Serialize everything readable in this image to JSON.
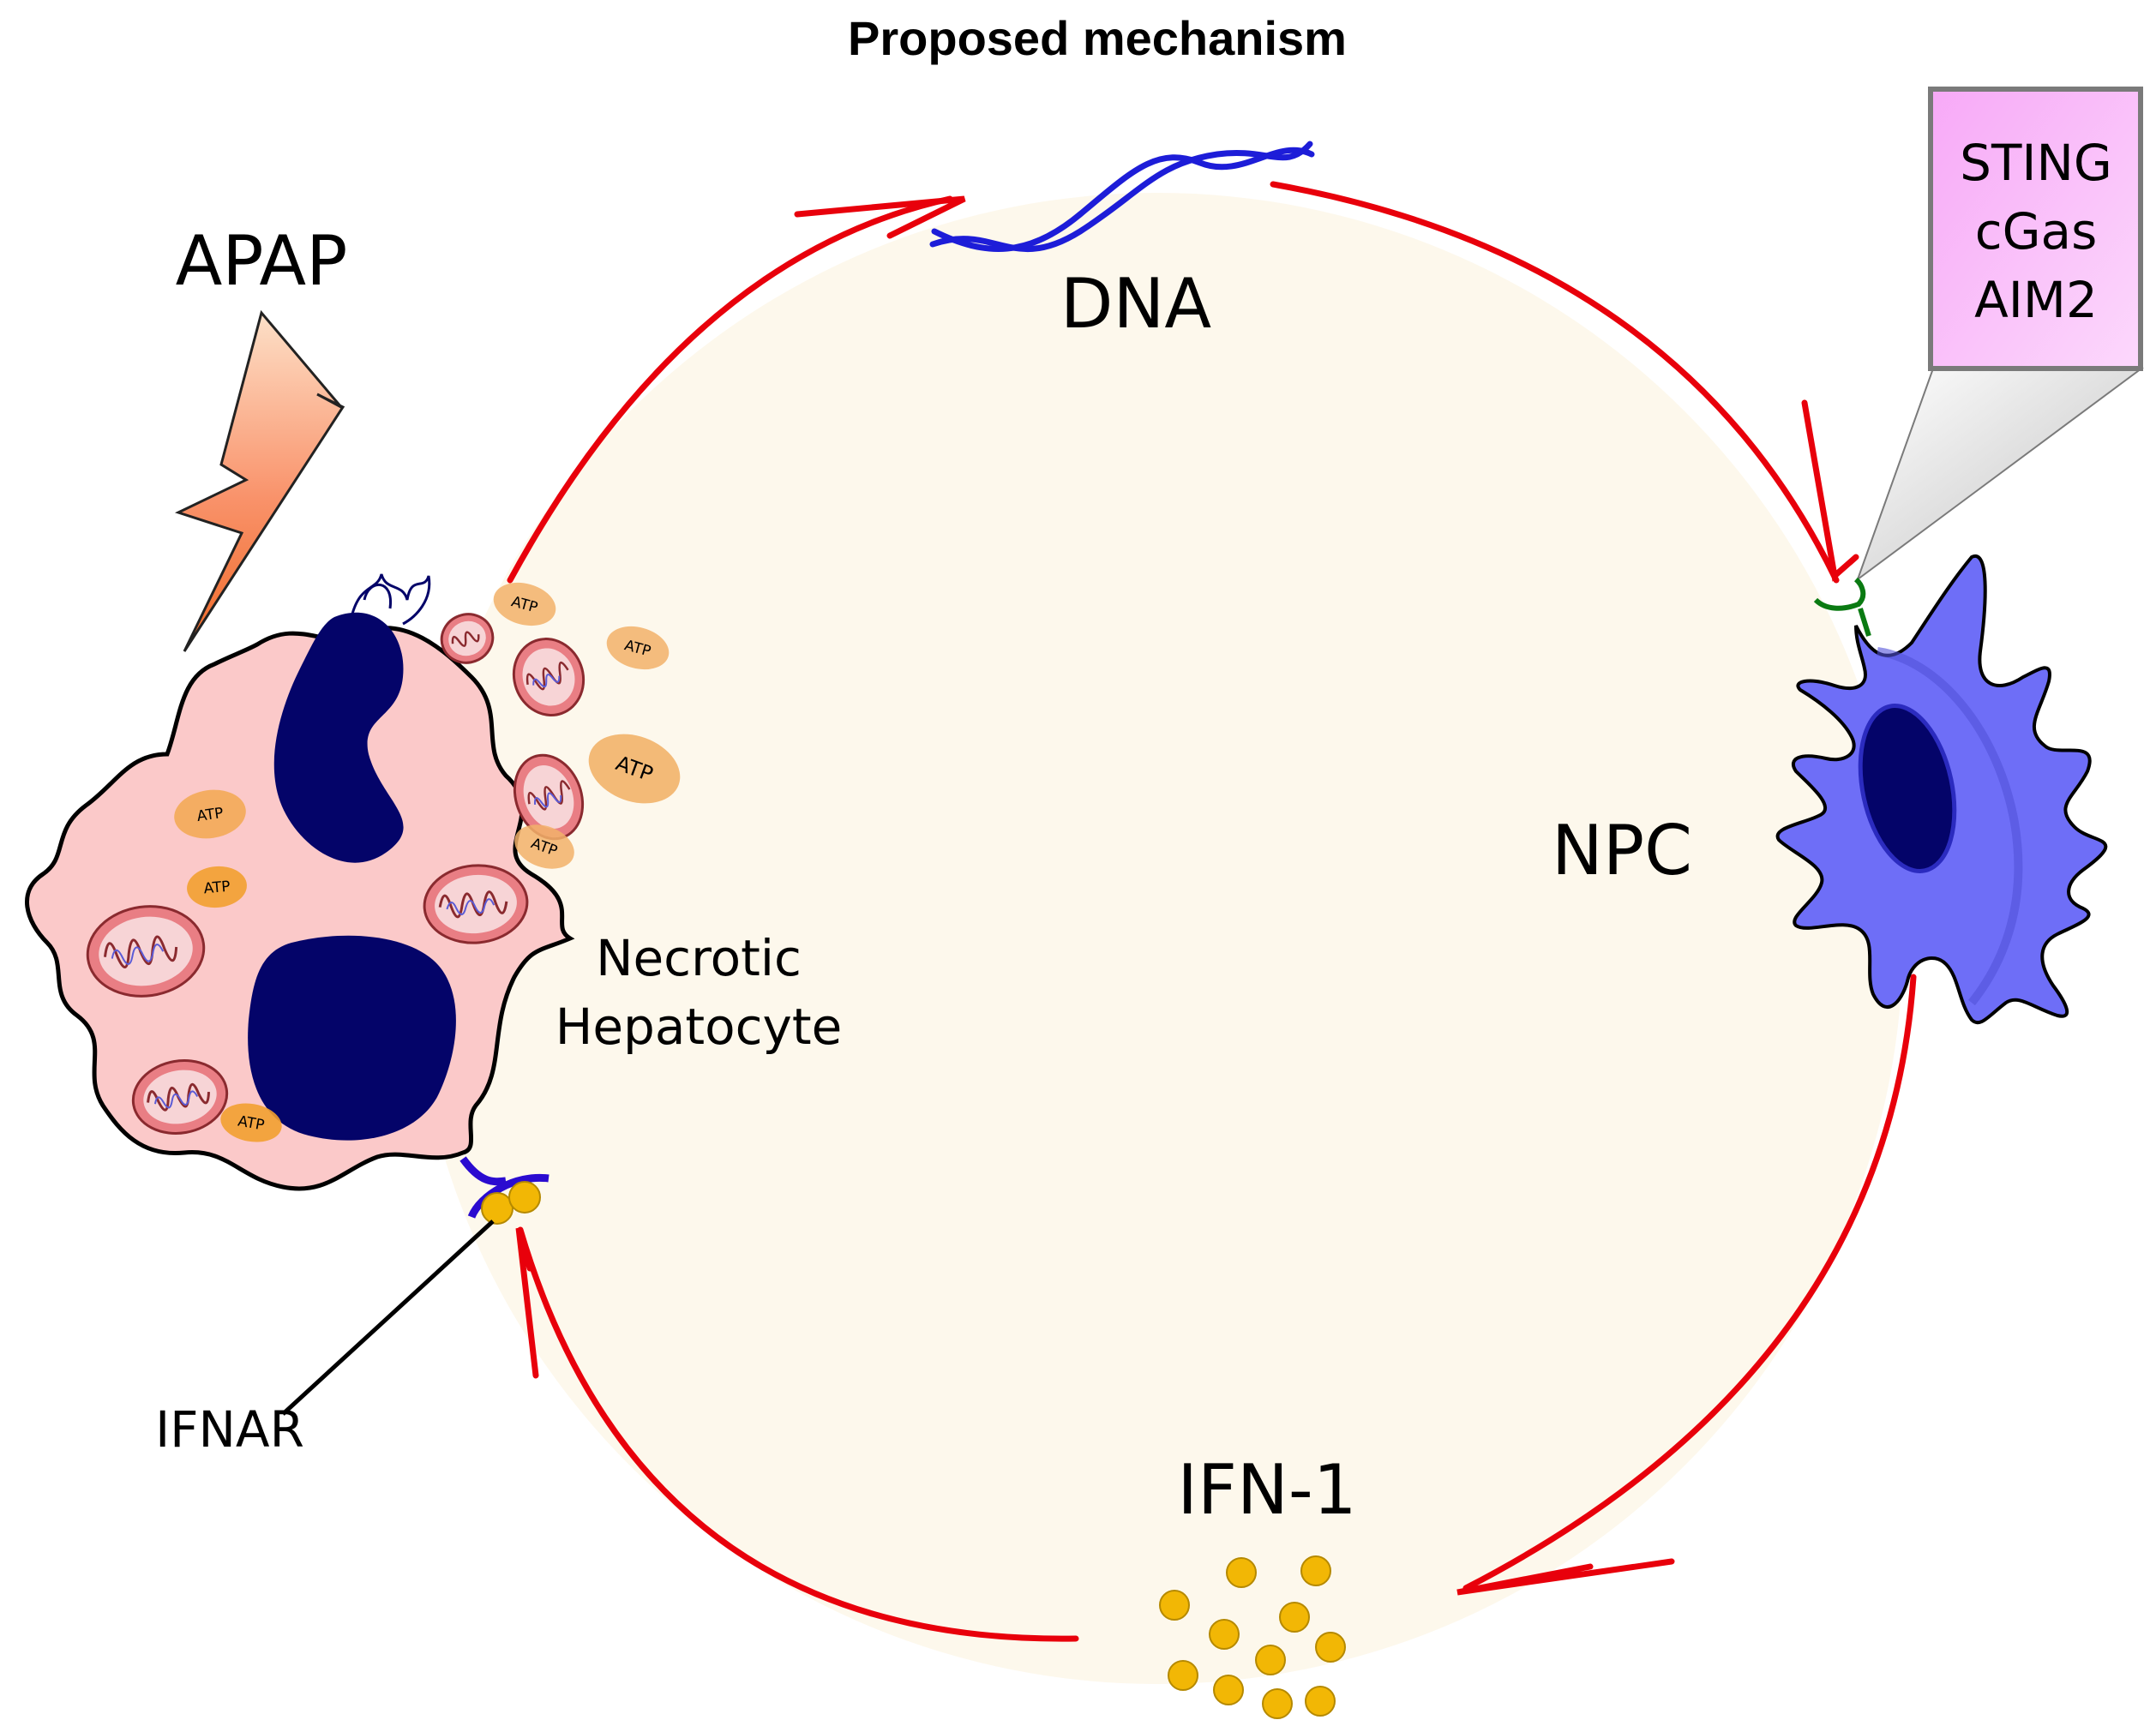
{
  "title": "Proposed mechanism",
  "labels": {
    "apap": "APAP",
    "dna": "DNA",
    "npc": "NPC",
    "ifn": "IFN-1",
    "necrotic_line1": "Necrotic",
    "necrotic_line2": "Hepatocyte",
    "ifnar": "IFNAR"
  },
  "sensor_box": {
    "lines": [
      "STING",
      "cGas",
      "AIM2"
    ]
  },
  "atp_label": "ATP",
  "colors": {
    "cycle_fill": "#fdf8ec",
    "arrow_red": "#e8000b",
    "dna_blue": "#1d1dd8",
    "cell_pink": "#fbc9c9",
    "nucleus": "#040469",
    "npc_purple": "#6e6ef7",
    "ifn_gold": "#f2b705",
    "sensor_box": "#f6b6f6"
  }
}
